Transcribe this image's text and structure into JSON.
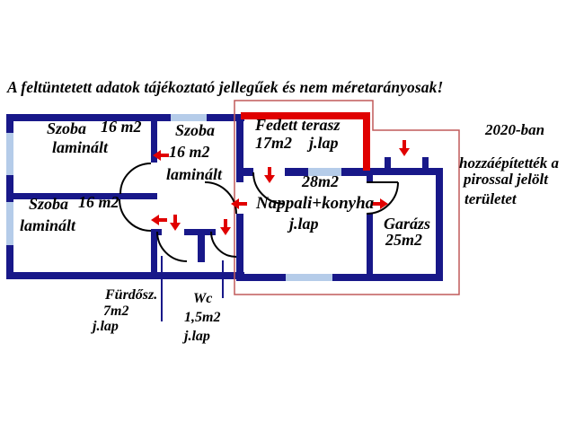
{
  "disclaimer": "A feltüntetett adatok tájékoztató jellegűek és nem méretarányosak!",
  "rooms": {
    "bedroom_top_left": {
      "name": "Szoba",
      "area": "16 m2",
      "floor": "laminált"
    },
    "bedroom_middle": {
      "name": "Szoba",
      "area": "16 m2",
      "floor": "laminált"
    },
    "bedroom_bottom_left": {
      "name": "Szoba",
      "area": "16 m2",
      "floor": "laminált"
    },
    "covered_terrace": {
      "name": "Fedett terasz",
      "area": "17m2",
      "floor": "j.lap"
    },
    "living_kitchen": {
      "name": "Nappali+konyha",
      "area": "28m2",
      "floor": "j.lap"
    },
    "garage": {
      "name": "Garázs",
      "area": "25m2"
    },
    "bathroom": {
      "name": "Fürdősz.",
      "area": "7m2",
      "floor": "j.lap"
    },
    "wc": {
      "name": "Wc",
      "area": "1,5m2",
      "floor": "j.lap"
    }
  },
  "annotation_2020": {
    "line1": "2020-ban",
    "line2": "hozzáépítették a",
    "line3": "pirossal jelölt",
    "line4": "területet"
  },
  "colors": {
    "wall_blue": "#181889",
    "window_blue": "#b5cce9",
    "addition_thick_red": "#e00000",
    "addition_outline_red": "#c05a5a",
    "text": "#000000",
    "background": "#ffffff"
  }
}
